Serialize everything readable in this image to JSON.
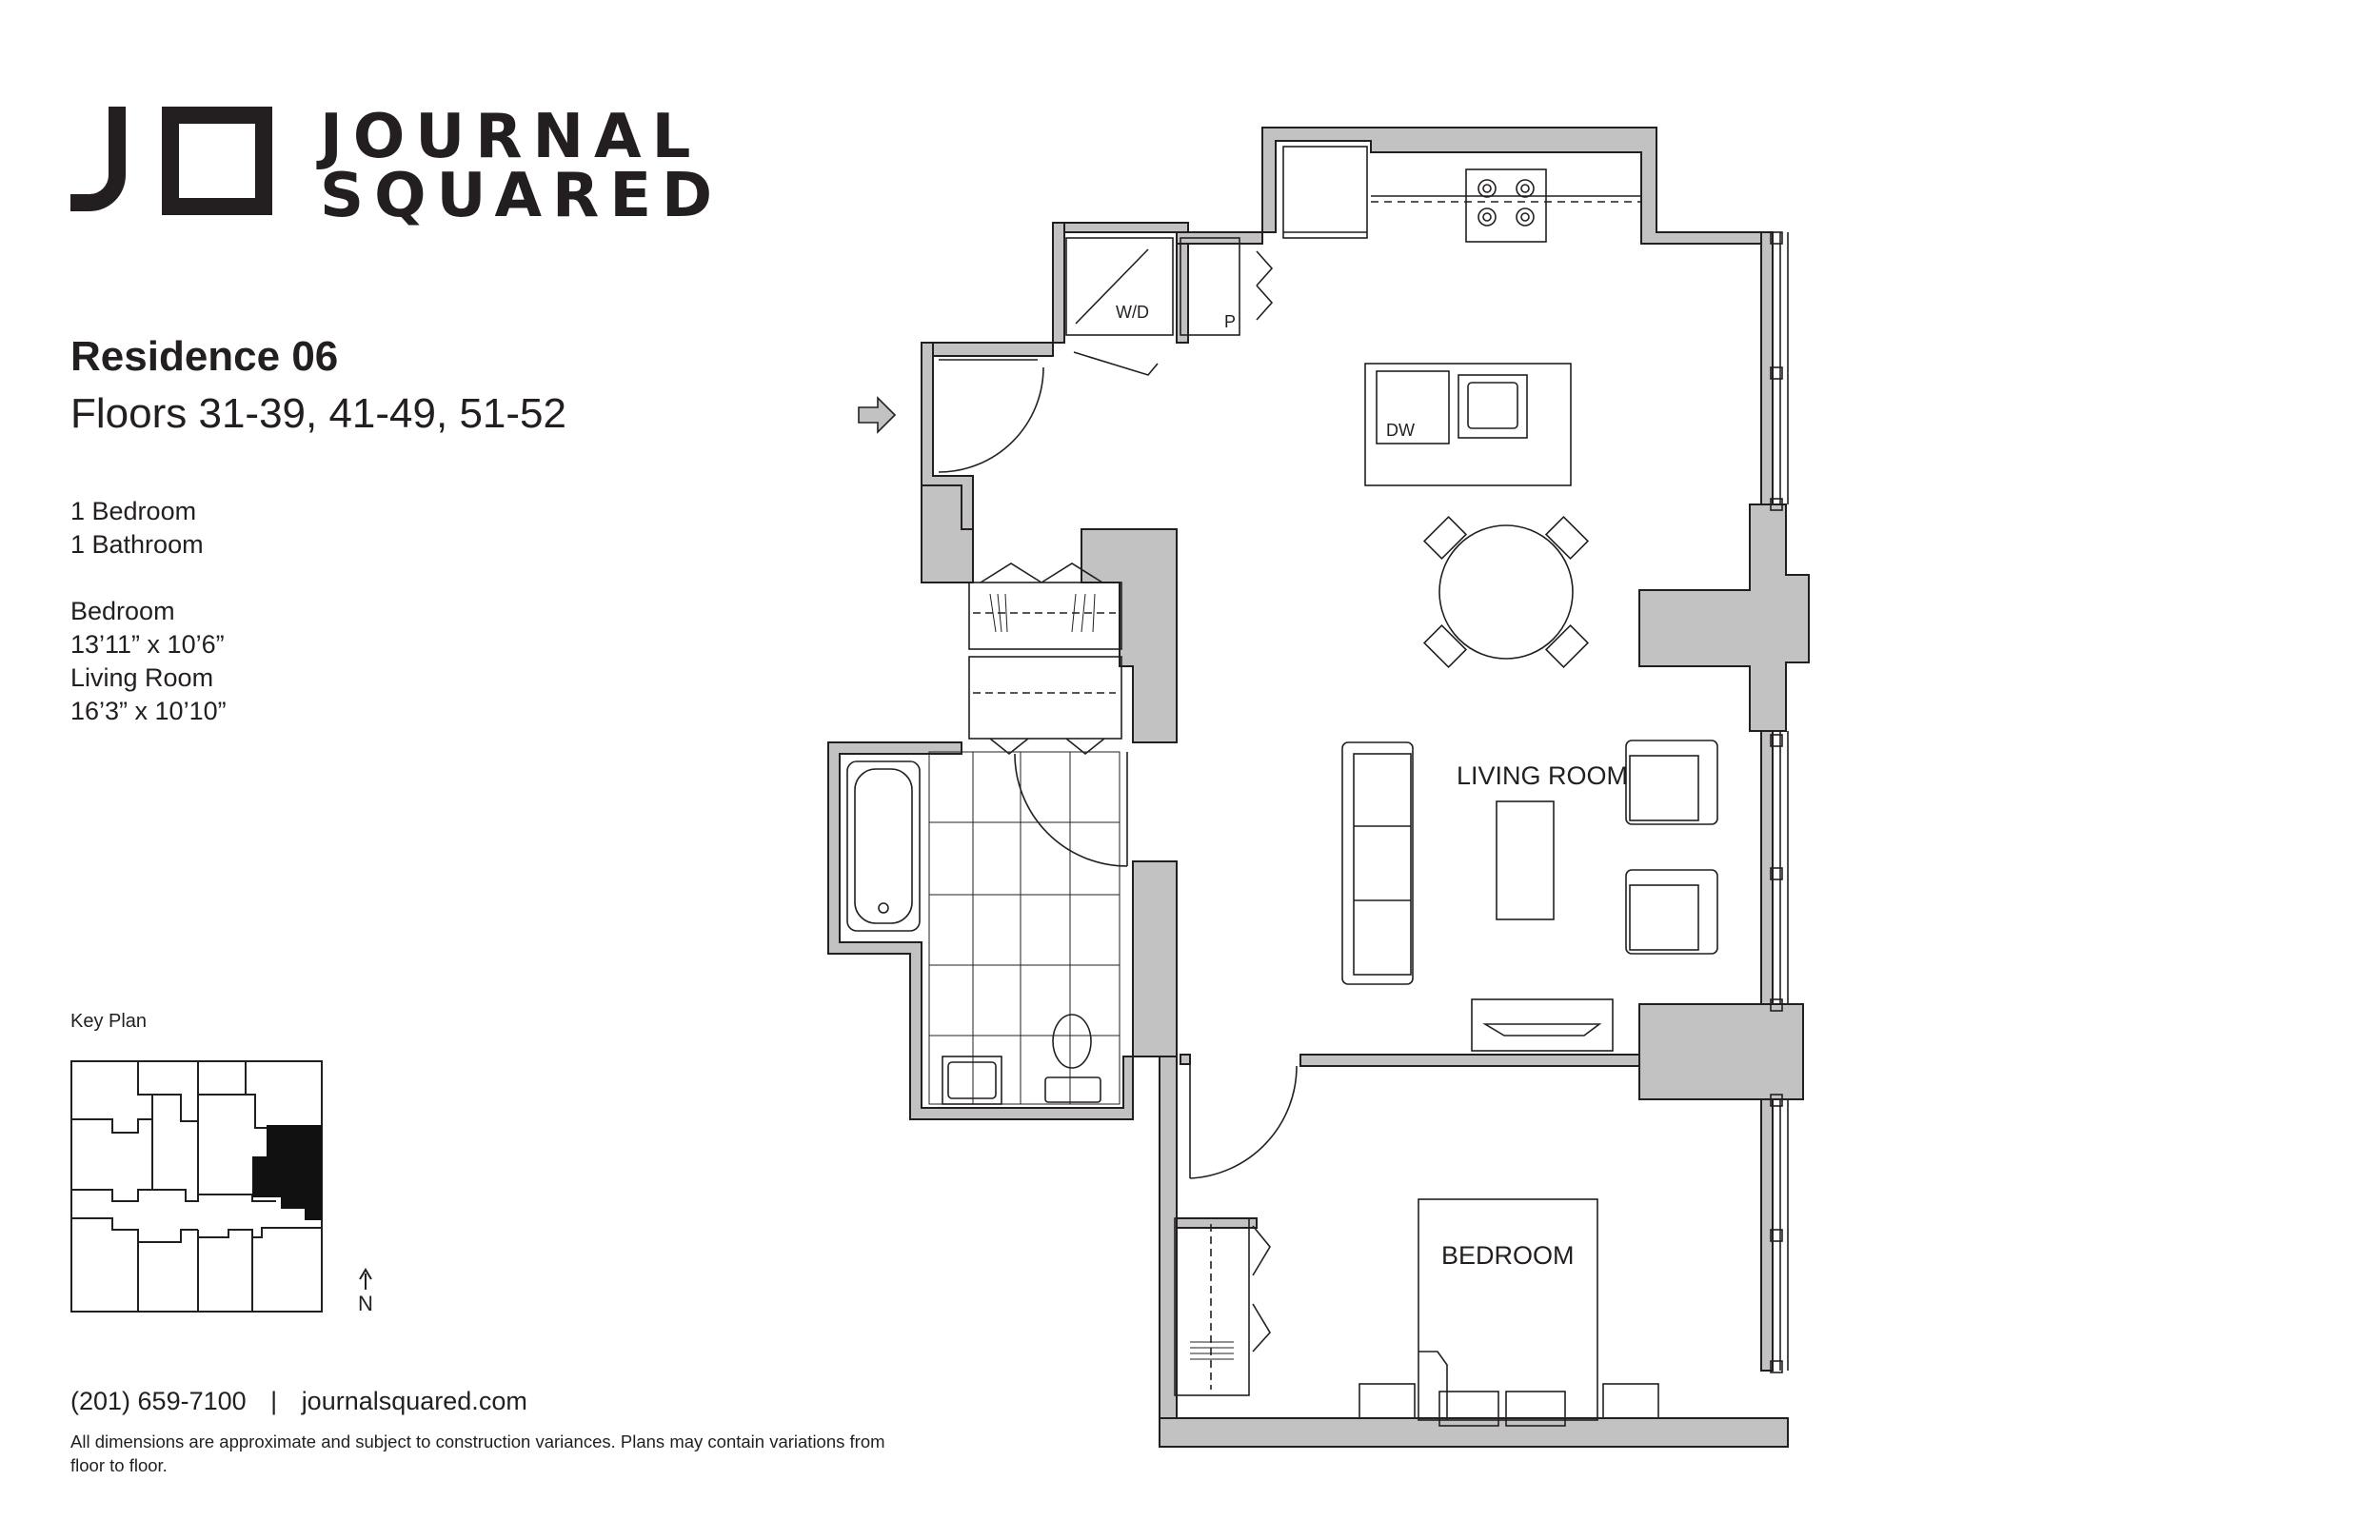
{
  "brand": {
    "monogram": "JQ",
    "name_line1": "JOURNAL",
    "name_line2": "SQUARED"
  },
  "residence": {
    "title": "Residence 06",
    "floors": "Floors 31-39, 41-49, 51-52"
  },
  "specs": {
    "bedrooms": "1 Bedroom",
    "bathrooms": "1 Bathroom",
    "bedroom_label": "Bedroom",
    "bedroom_size": "13’11” x 10’6”",
    "living_label": "Living Room",
    "living_size": "16’3” x 10’10”"
  },
  "key_plan": {
    "label": "Key Plan",
    "north": "N"
  },
  "contact": {
    "phone": "(201) 659-7100",
    "separator": "|",
    "website": "journalsquared.com"
  },
  "disclaimer": "All dimensions are approximate and subject to construction variances. Plans may contain variations from floor to floor.",
  "floorplan": {
    "rooms": {
      "living": "LIVING ROOM",
      "bedroom": "BEDROOM"
    },
    "fixtures": {
      "washer_dryer": "W/D",
      "pantry": "P",
      "dishwasher": "DW"
    }
  },
  "colors": {
    "wall_fill": "#c2c2c2",
    "line": "#231f20",
    "keyplan_highlight": "#111111"
  }
}
